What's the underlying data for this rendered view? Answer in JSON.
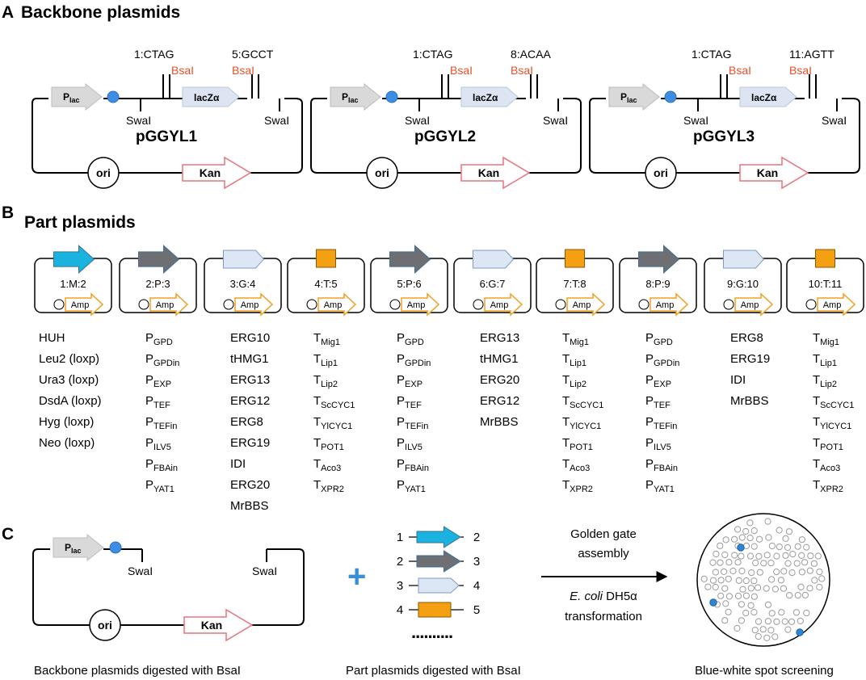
{
  "panel_a": {
    "letter": "A",
    "title": "Backbone plasmids",
    "plasmids": [
      {
        "name": "pGGYL1",
        "left_site": "1:CTAG",
        "right_site": "5:GCCT"
      },
      {
        "name": "pGGYL2",
        "left_site": "1:CTAG",
        "right_site": "8:ACAA"
      },
      {
        "name": "pGGYL3",
        "left_site": "1:CTAG",
        "right_site": "11:AGTT"
      }
    ],
    "promoter_main": "P",
    "promoter_sub": "lac",
    "reporter": "lacZα",
    "enzyme": "BsaI",
    "cut_site": "SwaI",
    "origin": "ori",
    "marker": "Kan"
  },
  "panel_b": {
    "letter": "B",
    "title": "Part plasmids",
    "amp_label": "Amp",
    "colors": {
      "cyan": "#1ab3df",
      "gray": "#6d6f73",
      "lightblue": "#dce6f4",
      "orange": "#f5a012",
      "amp": "#f0a020"
    },
    "cards": [
      {
        "code": "1:M:2",
        "shape": "arrow",
        "color": "cyan",
        "parts": [
          {
            "text": "HUH",
            "sub": ""
          },
          {
            "text": "Leu2 (loxp)",
            "sub": ""
          },
          {
            "text": "Ura3 (loxp)",
            "sub": ""
          },
          {
            "text": "DsdA (loxp)",
            "sub": ""
          },
          {
            "text": "Hyg (loxp)",
            "sub": ""
          },
          {
            "text": "Neo (loxp)",
            "sub": ""
          }
        ]
      },
      {
        "code": "2:P:3",
        "shape": "arrow",
        "color": "gray",
        "parts": [
          {
            "text": "P",
            "sub": "GPD"
          },
          {
            "text": "P",
            "sub": "GPDin"
          },
          {
            "text": "P",
            "sub": "EXP"
          },
          {
            "text": "P",
            "sub": "TEF"
          },
          {
            "text": "P",
            "sub": "TEFin"
          },
          {
            "text": "P",
            "sub": "ILV5"
          },
          {
            "text": "P",
            "sub": "FBAin"
          },
          {
            "text": "P",
            "sub": "YAT1"
          }
        ]
      },
      {
        "code": "3:G:4",
        "shape": "pentagon",
        "color": "lightblue",
        "parts": [
          {
            "text": "ERG10",
            "sub": ""
          },
          {
            "text": "tHMG1",
            "sub": ""
          },
          {
            "text": "ERG13",
            "sub": ""
          },
          {
            "text": "ERG12",
            "sub": ""
          },
          {
            "text": "ERG8",
            "sub": ""
          },
          {
            "text": "ERG19",
            "sub": ""
          },
          {
            "text": "IDI",
            "sub": ""
          },
          {
            "text": "ERG20",
            "sub": ""
          },
          {
            "text": "MrBBS",
            "sub": ""
          }
        ]
      },
      {
        "code": "4:T:5",
        "shape": "box",
        "color": "orange",
        "parts": [
          {
            "text": "T",
            "sub": "Mig1"
          },
          {
            "text": "T",
            "sub": "Lip1"
          },
          {
            "text": "T",
            "sub": "Lip2"
          },
          {
            "text": "T",
            "sub": "ScCYC1"
          },
          {
            "text": "T",
            "sub": "YlCYC1"
          },
          {
            "text": "T",
            "sub": "POT1"
          },
          {
            "text": "T",
            "sub": "Aco3"
          },
          {
            "text": "T",
            "sub": "XPR2"
          }
        ]
      },
      {
        "code": "5:P:6",
        "shape": "arrow",
        "color": "gray",
        "parts": [
          {
            "text": "P",
            "sub": "GPD"
          },
          {
            "text": "P",
            "sub": "GPDin"
          },
          {
            "text": "P",
            "sub": "EXP"
          },
          {
            "text": "P",
            "sub": "TEF"
          },
          {
            "text": "P",
            "sub": "TEFin"
          },
          {
            "text": "P",
            "sub": "ILV5"
          },
          {
            "text": "P",
            "sub": "FBAin"
          },
          {
            "text": "P",
            "sub": "YAT1"
          }
        ]
      },
      {
        "code": "6:G:7",
        "shape": "pentagon",
        "color": "lightblue",
        "parts": [
          {
            "text": "ERG13",
            "sub": ""
          },
          {
            "text": "tHMG1",
            "sub": ""
          },
          {
            "text": "ERG20",
            "sub": ""
          },
          {
            "text": "ERG12",
            "sub": ""
          },
          {
            "text": "MrBBS",
            "sub": ""
          }
        ]
      },
      {
        "code": "7:T:8",
        "shape": "box",
        "color": "orange",
        "parts": [
          {
            "text": "T",
            "sub": "Mig1"
          },
          {
            "text": "T",
            "sub": "Lip1"
          },
          {
            "text": "T",
            "sub": "Lip2"
          },
          {
            "text": "T",
            "sub": "ScCYC1"
          },
          {
            "text": "T",
            "sub": "YlCYC1"
          },
          {
            "text": "T",
            "sub": "POT1"
          },
          {
            "text": "T",
            "sub": "Aco3"
          },
          {
            "text": "T",
            "sub": "XPR2"
          }
        ]
      },
      {
        "code": "8:P:9",
        "shape": "arrow",
        "color": "gray",
        "parts": [
          {
            "text": "P",
            "sub": "GPD"
          },
          {
            "text": "P",
            "sub": "GPDin"
          },
          {
            "text": "P",
            "sub": "EXP"
          },
          {
            "text": "P",
            "sub": "TEF"
          },
          {
            "text": "P",
            "sub": "TEFin"
          },
          {
            "text": "P",
            "sub": "ILV5"
          },
          {
            "text": "P",
            "sub": "FBAin"
          },
          {
            "text": "P",
            "sub": "YAT1"
          }
        ]
      },
      {
        "code": "9:G:10",
        "shape": "pentagon",
        "color": "lightblue",
        "parts": [
          {
            "text": "ERG8",
            "sub": ""
          },
          {
            "text": "ERG19",
            "sub": ""
          },
          {
            "text": "IDI",
            "sub": ""
          },
          {
            "text": "MrBBS",
            "sub": ""
          }
        ]
      },
      {
        "code": "10:T:11",
        "shape": "box",
        "color": "orange",
        "parts": [
          {
            "text": "T",
            "sub": "Mig1"
          },
          {
            "text": "T",
            "sub": "Lip1"
          },
          {
            "text": "T",
            "sub": "Lip2"
          },
          {
            "text": "T",
            "sub": "ScCYC1"
          },
          {
            "text": "T",
            "sub": "YlCYC1"
          },
          {
            "text": "T",
            "sub": "POT1"
          },
          {
            "text": "T",
            "sub": "Aco3"
          },
          {
            "text": "T",
            "sub": "XPR2"
          }
        ]
      }
    ]
  },
  "panel_c": {
    "letter": "C",
    "backbone_caption": "Backbone plasmids digested with BsaI",
    "parts_caption": "Part plasmids digested with BsaI",
    "screen_caption": "Blue-white spot screening",
    "plus": "+",
    "reaction_line1": "Golden gate",
    "reaction_line2": "assembly",
    "host_italic": "E. coli",
    "host_strain": " DH5α",
    "reaction_line4": "transformation",
    "ellipsis": "..........",
    "part_rows": [
      {
        "left": "1",
        "right": "2",
        "shape": "arrow",
        "color": "cyan"
      },
      {
        "left": "2",
        "right": "3",
        "shape": "arrow",
        "color": "gray"
      },
      {
        "left": "3",
        "right": "4",
        "shape": "pentagon",
        "color": "lightblue"
      },
      {
        "left": "4",
        "right": "5",
        "shape": "box",
        "color": "orange"
      }
    ],
    "blue_colonies": 3
  }
}
